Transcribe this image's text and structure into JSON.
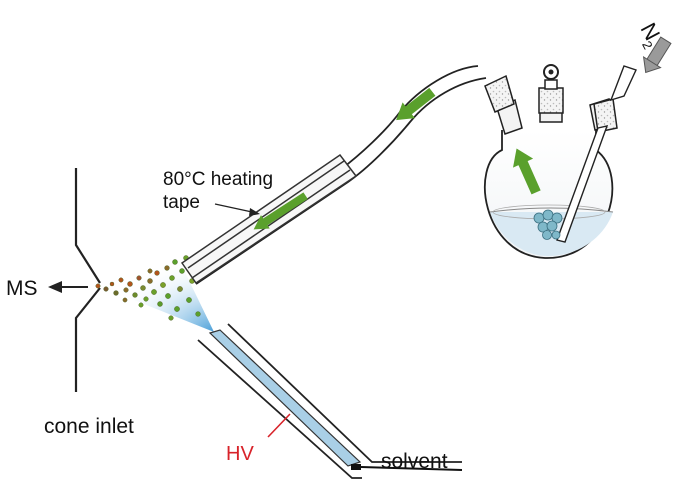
{
  "labels": {
    "ms": "MS",
    "cone_inlet": "cone inlet",
    "heating_tape_line1": "80°C heating",
    "heating_tape_line2": "tape",
    "hv": "HV",
    "solvent": "solvent",
    "n2": "N",
    "n2_sub": "2"
  },
  "colors": {
    "line": "#222222",
    "arrow_green": "#5aa02c",
    "hv_red": "#d8232a",
    "capillary_blue": "#a9cfe6",
    "spray_blue": "#5aa9dd",
    "liquid": "#d9e9f3",
    "n2_arrow": "#9a9a9a"
  }
}
